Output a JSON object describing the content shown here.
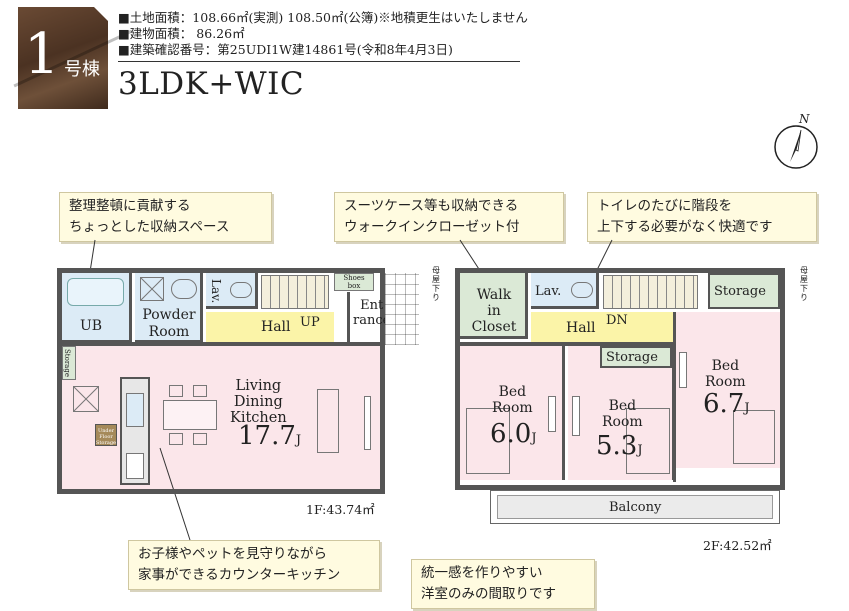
{
  "header": {
    "unit_number": "1",
    "unit_label": "号棟",
    "specs": [
      "■土地面積：108.66㎡(実測) 108.50㎡(公簿)※地積更生はいたしません",
      "■建物面積：  86.26㎡",
      "■建築確認番号：第25UDI1W建14861号(令和8年4月3日)"
    ],
    "layout_type": "3LDK+WIC",
    "compass_label": "N"
  },
  "callouts": {
    "storage": [
      "整理整頓に貢献する",
      "ちょっとした収納スペース"
    ],
    "wic": [
      "スーツケース等も収納できる",
      "ウォークインクローゼット付"
    ],
    "toilet": [
      "トイレのたびに階段を",
      "上下する必要がなく快適です"
    ],
    "kitchen": [
      "お子様やペットを見守りながら",
      "家事ができるカウンターキッチン"
    ],
    "western": [
      "統一感を作りやすい",
      "洋室のみの間取りです"
    ]
  },
  "floor1": {
    "area": "1F:43.74㎡",
    "rooms": {
      "ub": "UB",
      "powder": [
        "Powder",
        "Room"
      ],
      "lav": "Lav.",
      "hall": "Hall",
      "up": "UP",
      "shoes": [
        "Shoes",
        "box"
      ],
      "entrance": [
        "Ent",
        "rance"
      ],
      "storage": "Storage",
      "ldk": [
        "Living",
        "Dining",
        "Kitchen"
      ],
      "ldk_size": "17.7",
      "unit": "J",
      "under_floor": [
        "Under",
        "Floor",
        "Storage"
      ]
    }
  },
  "floor2": {
    "area": "2F:42.52㎡",
    "rooms": {
      "wic": [
        "Walk",
        "in",
        "Closet"
      ],
      "lav": "Lav.",
      "hall": "Hall",
      "dn": "DN",
      "storage_top": "Storage",
      "storage_mid": "Storage",
      "bed1": [
        "Bed",
        "Room"
      ],
      "bed1_size": "6.0",
      "bed2": [
        "Bed",
        "Room"
      ],
      "bed2_size": "5.3",
      "bed3": [
        "Bed",
        "Room"
      ],
      "bed3_size": "6.7",
      "unit": "J",
      "balcony": "Balcony",
      "attic_left": [
        "母",
        "屋",
        "下",
        "り"
      ],
      "attic_right": [
        "母",
        "屋",
        "下",
        "り"
      ]
    }
  },
  "colors": {
    "ldk": "#fbe6ea",
    "bath": "#dcebf6",
    "hall": "#fbf4a8",
    "storage": "#dbe9d6",
    "callout": "#fffbe0",
    "balcony": "#ebebeb"
  }
}
